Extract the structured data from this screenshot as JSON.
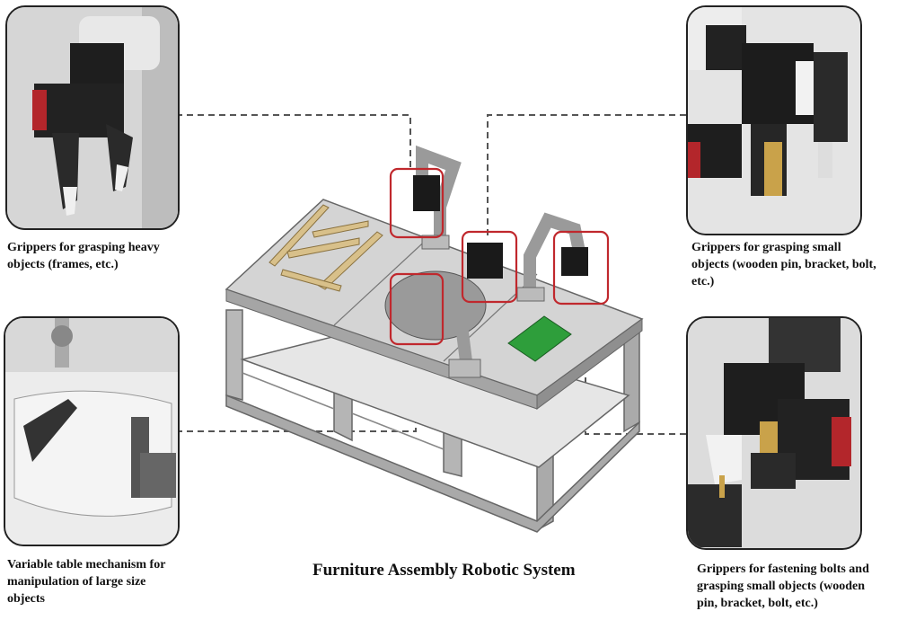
{
  "title": "Furniture Assembly Robotic System",
  "captions": {
    "top_left": [
      "Grippers for grasping heavy",
      "objects (frames, etc.)"
    ],
    "top_right": [
      "Grippers for grasping small",
      "objects (wooden pin, bracket, bolt,",
      "etc.)"
    ],
    "bottom_left": [
      "Variable table mechanism for",
      "manipulation of large size",
      "objects"
    ],
    "bottom_right": [
      "Grippers for fastening bolts and",
      "grasping small objects (wooden",
      "pin, bracket, bolt, etc.)"
    ]
  },
  "colors": {
    "highlight_box": "#c0282d",
    "connector": "#555555",
    "assembly_plate": "#2e9e3b",
    "wood": "#d8c08a"
  }
}
